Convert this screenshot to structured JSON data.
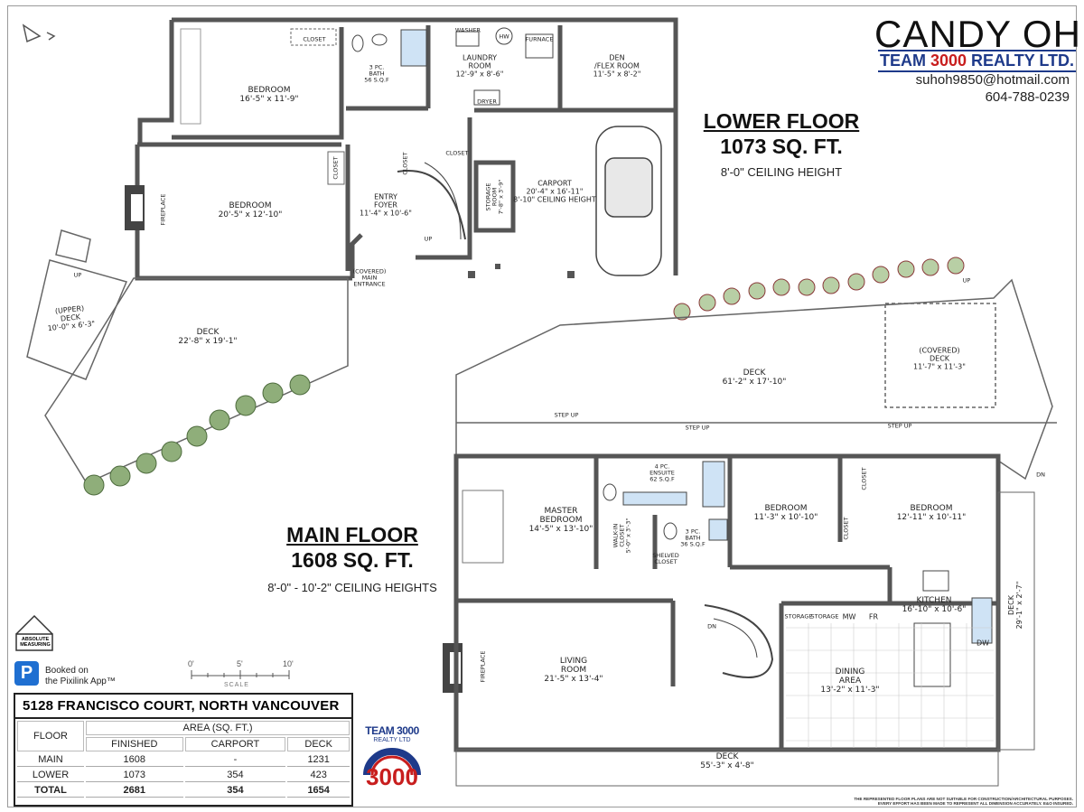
{
  "agent": {
    "name": "CANDY OH",
    "company_blue": "TEAM ",
    "company_red": "3000",
    "company_rest": " REALTY LTD.",
    "email": "suhoh9850@hotmail.com",
    "phone": "604-788-0239"
  },
  "lower_floor": {
    "title": "LOWER FLOOR",
    "area": "1073 SQ. FT.",
    "ceiling": "8'-0\" CEILING HEIGHT"
  },
  "main_floor": {
    "title": "MAIN FLOOR",
    "area": "1608 SQ. FT.",
    "ceiling": "8'-0\" - 10'-2\" CEILING HEIGHTS"
  },
  "rooms": {
    "closet_top": "CLOSET",
    "bath_lower": "3 PC.\nBATH\n56 S.Q.F",
    "hw": "HW",
    "washer": "WASHER",
    "furnace": "FURNACE",
    "dryer": "DRYER",
    "laundry": "LAUNDRY\nROOM\n12'-9\" x 8'-6\"",
    "den": "DEN\n/FLEX ROOM\n11'-5\" x 8'-2\"",
    "bed_lower1": "BEDROOM\n16'-5\" x 11'-9\"",
    "bed_lower2": "BEDROOM\n20'-5\" x 12'-10\"",
    "closet_bed2": "CLOSET",
    "fireplace_lower": "FIREPLACE",
    "entry": "ENTRY\nFOYER\n11'-4\" x 10'-6\"",
    "closet_entry": "CLOSET",
    "closet_stair": "CLOSET",
    "storage_room": "STORAGE\nROOM\n7'-8\" x 3'-9\"",
    "carport": "CARPORT\n20'-4\" x 16'-11\"\n8'-10\" CEILING HEIGHT",
    "up1": "UP",
    "main_entrance": "(COVERED)\nMAIN\nENTRANCE",
    "upper_deck": "(UPPER)\nDECK\n10'-0\" x 6'-3\"",
    "up_deck": "UP",
    "deck_lower": "DECK\n22'-8\" x 19'-1\"",
    "deck_main": "DECK\n61'-2\" x 17'-10\"",
    "covered_deck": "(COVERED)\nDECK\n11'-7\" x 11'-3\"",
    "up_right": "UP",
    "dn_right": "DN",
    "master": "MASTER\nBEDROOM\n14'-5\" x 13'-10\"",
    "ensuite": "4 PC.\nENSUITE\n62 S.Q.F",
    "walkin": "WALK-IN\nCLOSET\n5'-0\" x 3'-3\"",
    "bath_main": "3 PC.\nBATH\n36 S.Q.F",
    "shelved": "SHELVED\nCLOSET",
    "bed_main1": "BEDROOM\n11'-3\" x 10'-10\"",
    "bed_main2": "BEDROOM\n12'-11\" x 10'-11\"",
    "closet_m1": "CLOSET",
    "closet_m2": "CLOSET",
    "kitchen": "KITCHEN\n16'-10\" x 10'-6\"",
    "storage1": "STORAGE",
    "storage2": "STORAGE",
    "mw": "MW",
    "fr": "FR",
    "dw": "DW",
    "deck_side": "DECK\n29'-1\" x 2'-7\"",
    "living": "LIVING\nROOM\n21'-5\" x 13'-4\"",
    "fireplace_main": "FIREPLACE",
    "dn_stair": "DN",
    "dining": "DINING\nAREA\n13'-2\" x 11'-3\"",
    "deck_bottom": "DECK\n55'-3\" x 4'-8\"",
    "step_up": "STEP UP"
  },
  "scale": {
    "labels": [
      "0'",
      "5'",
      "10'"
    ],
    "name": "SCALE"
  },
  "branding": {
    "measuring": "ABSOLUTE\nMEASURING",
    "pixilink_letter": "P",
    "pixilink": "Booked on\nthe Pixilink App™",
    "team_logo_line1": "TEAM 3000",
    "team_logo_line2": "REALTY LTD",
    "team_logo_number": "3000"
  },
  "summary": {
    "address": "5128 FRANCISCO COURT, NORTH VANCOUVER",
    "floor_header": "FLOOR",
    "area_header": "AREA (SQ. FT.)",
    "columns": [
      "FINISHED",
      "CARPORT",
      "DECK"
    ],
    "rows": [
      {
        "floor": "MAIN",
        "finished": "1608",
        "carport": "-",
        "deck": "1231"
      },
      {
        "floor": "LOWER",
        "finished": "1073",
        "carport": "354",
        "deck": "423"
      }
    ],
    "total": {
      "floor": "TOTAL",
      "finished": "2681",
      "carport": "354",
      "deck": "1654"
    }
  },
  "disclaimer": "THE REPRESENTED FLOOR PLANS ARE NOT SUITABLE FOR CONSTRUCTION/ARCHITECTURAL PURPOSES.\nEVERY EFFORT HAS BEEN MADE TO REPRESENT ALL DIMENSION ACCURATELY. E&O INSURED."
}
